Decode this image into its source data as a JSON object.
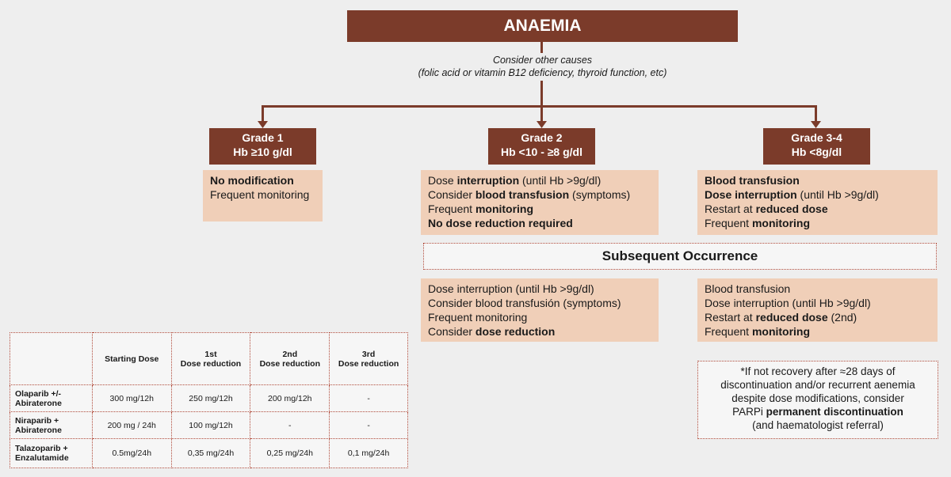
{
  "title": "ANAEMIA",
  "note": {
    "line1": "Consider other causes",
    "line2": "(folic acid or vitamin B12 deficiency, thyroid function, etc)"
  },
  "grades": [
    {
      "name": "Grade 1",
      "hb": "Hb ≥10 g/dl"
    },
    {
      "name": "Grade 2",
      "hb": "Hb <10 - ≥8 g/dl"
    },
    {
      "name": "Grade 3-4",
      "hb": "Hb <8g/dl"
    }
  ],
  "grade1_actions": {
    "line1": "No modification",
    "line2": "Frequent monitoring"
  },
  "grade2_actions": {
    "l1_a": "Dose ",
    "l1_b": "interruption",
    "l1_c": " (until Hb >9g/dl)",
    "l2_a": "Consider ",
    "l2_b": "blood transfusion",
    "l2_c": " (symptoms)",
    "l3_a": "Frequent ",
    "l3_b": "monitoring",
    "l4": "No dose reduction required"
  },
  "grade34_actions": {
    "l1": "Blood transfusion",
    "l2_a": "Dose interruption",
    "l2_b": " (until Hb >9g/dl)",
    "l3_a": "Restart at ",
    "l3_b": "reduced dose",
    "l4_a": "Frequent ",
    "l4_b": "monitoring"
  },
  "subsequent_title": "Subsequent Occurrence",
  "subsequent_grade2": {
    "l1": "Dose interruption (until Hb >9g/dl)",
    "l2": "Consider blood transfusión (symptoms)",
    "l3": "Frequent monitoring",
    "l4_a": "Consider ",
    "l4_b": "dose reduction"
  },
  "subsequent_grade34": {
    "l1": "Blood transfusion",
    "l2": "Dose interruption (until Hb >9g/dl)",
    "l3_a": "Restart at ",
    "l3_b": "reduced dose",
    "l3_c": " (2nd)",
    "l4_a": "Frequent ",
    "l4_b": "monitoring"
  },
  "footnote": {
    "l1": "*If not recovery after ≈28 days of",
    "l2": "discontinuation and/or recurrent aenemia",
    "l3": "despite dose modifications, consider",
    "l4_a": "PARPi ",
    "l4_b": "permanent discontinuation",
    "l5": "(and haematologist referral)"
  },
  "dose_table": {
    "headers": {
      "starting": "Starting Dose",
      "first_a": "1st",
      "first_b": "Dose reduction",
      "second_a": "2nd",
      "second_b": "Dose reduction",
      "third_a": "3rd",
      "third_b": "Dose reduction"
    },
    "rows": [
      {
        "drug_a": "Olaparib +/-",
        "drug_b": "Abiraterone",
        "start": "300 mg/12h",
        "r1": "250 mg/12h",
        "r2": "200 mg/12h",
        "r3": "-"
      },
      {
        "drug_a": "Niraparib +",
        "drug_b": "Abiraterone",
        "start": "200 mg / 24h",
        "r1": "100 mg/12h",
        "r2": "-",
        "r3": "-"
      },
      {
        "drug_a": "Talazoparib +",
        "drug_b": "Enzalutamide",
        "start": "0.5mg/24h",
        "r1": "0,35 mg/24h",
        "r2": "0,25 mg/24h",
        "r3": "0,1 mg/24h"
      }
    ]
  },
  "colors": {
    "header": "#7b3b2a",
    "box": "#f0cfb8",
    "dotted": "#b04a3a",
    "background": "#eeeeee"
  }
}
